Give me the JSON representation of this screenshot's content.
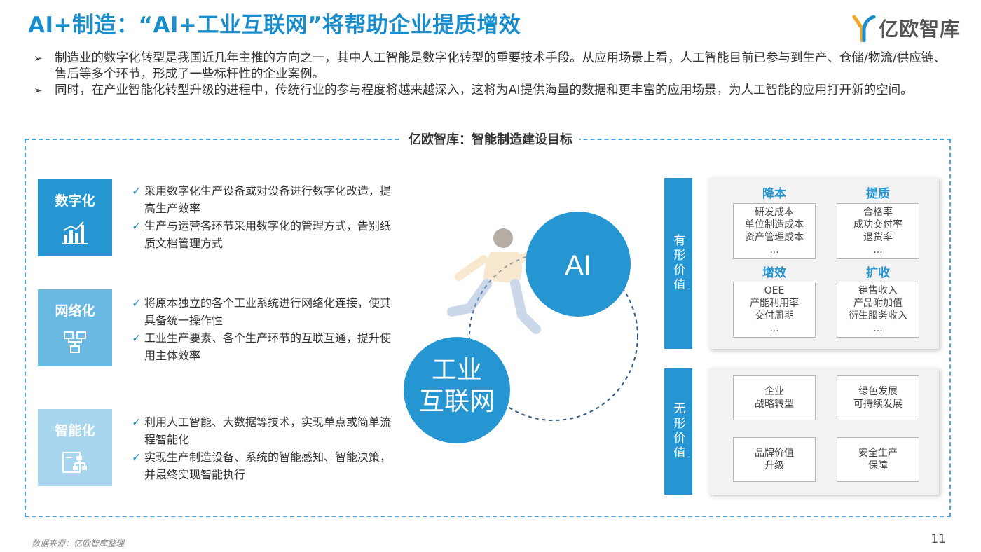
{
  "title": "AI+制造：“AI+工业互联网”将帮助企业提质增效",
  "logo": {
    "text": "亿欧智库",
    "icon": "yiou-logo-icon",
    "colors": [
      "#f5a623",
      "#1a8ecd"
    ]
  },
  "bullets": [
    "制造业的数字化转型是我国近几年主推的方向之一，其中人工智能是数字化转型的重要技术手段。从应用场景上看，人工智能目前已参与到生产、仓储/物流/供应链、售后等多个环节，形成了一些标杆性的企业案例。",
    "同时，在产业智能化转型升级的进程中，传统行业的参与程度将越来越深入，这将为AI提供海量的数据和更丰富的应用场景，为人工智能的应用打开新的空间。"
  ],
  "frame_title": "亿欧智库：智能制造建设目标",
  "categories": [
    {
      "name": "数字化",
      "icon": "bar-chart-icon",
      "items": [
        "采用数字化生产设备或对设备进行数字化改造，提高生产效率",
        "生产与运营各环节采用数字化的管理方式，告别纸质文档管理方式"
      ]
    },
    {
      "name": "网络化",
      "icon": "network-icon",
      "items": [
        "将原本独立的各个工业系统进行网络化连接，使其具备统一操作性",
        "工业生产要素、各个生产环节的互联互通，提升使用主体效率"
      ]
    },
    {
      "name": "智能化",
      "icon": "flowchart-icon",
      "items": [
        "利用人工智能、大数据等技术，实现单点或简单流程智能化",
        "实现生产制造设备、系统的智能感知、智能决策，并最终实现智能执行"
      ]
    }
  ],
  "circles": {
    "ai": "AI",
    "iiot_line1": "工业",
    "iiot_line2": "互联网"
  },
  "tangible": {
    "tab": "有形价值",
    "groups": [
      {
        "title": "降本",
        "items": [
          "研发成本",
          "单位制造成本",
          "资产管理成本",
          "..."
        ]
      },
      {
        "title": "提质",
        "items": [
          "合格率",
          "成功交付率",
          "退货率",
          "..."
        ]
      },
      {
        "title": "增效",
        "items": [
          "OEE",
          "产能利用率",
          "交付周期",
          "..."
        ]
      },
      {
        "title": "扩收",
        "items": [
          "销售收入",
          "产品附加值",
          "衍生服务收入",
          "..."
        ]
      }
    ]
  },
  "intangible": {
    "tab": "无形价值",
    "items": [
      [
        "企业",
        "战略转型"
      ],
      [
        "绿色发展",
        "可持续发展"
      ],
      [
        "品牌价值",
        "升级"
      ],
      [
        "安全生产",
        "保障"
      ]
    ]
  },
  "source": "数据来源：亿欧智库整理",
  "page_number": "11",
  "colors": {
    "primary": "#2596d1",
    "mid": "#6ab9e3",
    "light": "#a9d6ef"
  }
}
